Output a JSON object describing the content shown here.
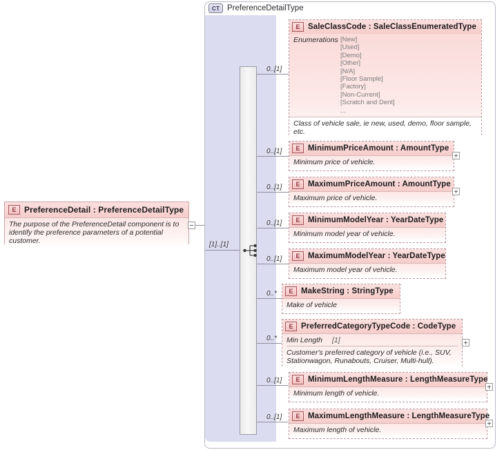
{
  "diagram": {
    "type": "xml-schema-element-diagram",
    "complex_type": {
      "tag": "CT",
      "name": "PreferenceDetailType"
    },
    "root_element": {
      "tag": "E",
      "name": "PreferenceDetail : PreferenceDetailType",
      "documentation": "The purpose of the PreferenceDetail component is to identify the preference parameters of a potential customer.",
      "toggle": "minus"
    },
    "model_group": {
      "kind": "sequence",
      "cardinality": "[1]..[1]"
    },
    "children": [
      {
        "tag": "E",
        "name": "SaleClassCode : SaleClassEnumeratedType",
        "cardinality": "0..[1]",
        "facet_label": "Enumerations",
        "enumerations": [
          "[New]",
          "[Used]",
          "[Demo]",
          "[Other]",
          "[N/A]",
          "[Floor Sample]",
          "[Factory]",
          "[Non-Current]",
          "[Scratch and Dent]",
          "..."
        ],
        "documentation": "Class of vehicle sale, ie new, used, demo, floor sample, etc.",
        "expander": null
      },
      {
        "tag": "E",
        "name": "MinimumPriceAmount : AmountType",
        "cardinality": "0..[1]",
        "documentation": "Minimum price of vehicle.",
        "expander": "+"
      },
      {
        "tag": "E",
        "name": "MaximumPriceAmount : AmountType",
        "cardinality": "0..[1]",
        "documentation": "Maximum price of vehicle.",
        "expander": "+"
      },
      {
        "tag": "E",
        "name": "MinimumModelYear : YearDateType",
        "cardinality": "0..[1]",
        "documentation": "Minimum model year of vehicle.",
        "expander": null
      },
      {
        "tag": "E",
        "name": "MaximumModelYear : YearDateType",
        "cardinality": "0..[1]",
        "documentation": "Maximum model year of vehicle.",
        "expander": null
      },
      {
        "tag": "E",
        "name": "MakeString : StringType",
        "cardinality": "0..*",
        "documentation": "Make of vehicle",
        "expander": null
      },
      {
        "tag": "E",
        "name": "PreferredCategoryTypeCode : CodeType",
        "cardinality": "0..*",
        "facet_name": "Min Length",
        "facet_value": "[1]",
        "documentation": "Customer's preferred category of vehicle (i.e., SUV, Stationwagon, Runabouts, Cruiser, Multi-hull).",
        "expander": "+"
      },
      {
        "tag": "E",
        "name": "MinimumLengthMeasure : LengthMeasureType",
        "cardinality": "0..[1]",
        "documentation": "Minimum length of vehicle.",
        "expander": "+"
      },
      {
        "tag": "E",
        "name": "MaximumLengthMeasure : LengthMeasureType",
        "cardinality": "0..[1]",
        "documentation": "Maximum length of vehicle.",
        "expander": "+"
      }
    ]
  }
}
